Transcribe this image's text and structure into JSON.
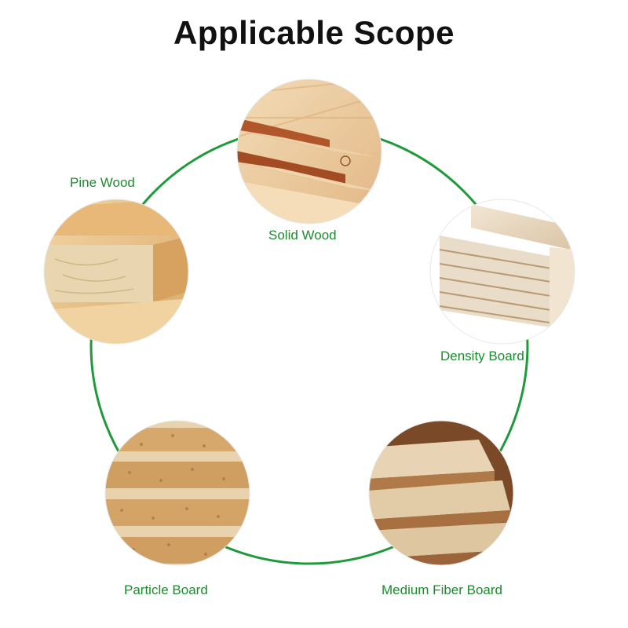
{
  "title": "Applicable Scope",
  "accent_color": "#1e9a3a",
  "label_color": "#1e8a2e",
  "items": [
    {
      "label": "Solid Wood",
      "image": "solid-wood-boards-photo"
    },
    {
      "label": "Density Board",
      "image": "plywood-stack-photo"
    },
    {
      "label": "Medium Fiber Board",
      "image": "mdf-board-stack-photo"
    },
    {
      "label": "Particle Board",
      "image": "particle-board-stack-photo"
    },
    {
      "label": "Pine Wood",
      "image": "pine-wood-planks-photo"
    }
  ]
}
